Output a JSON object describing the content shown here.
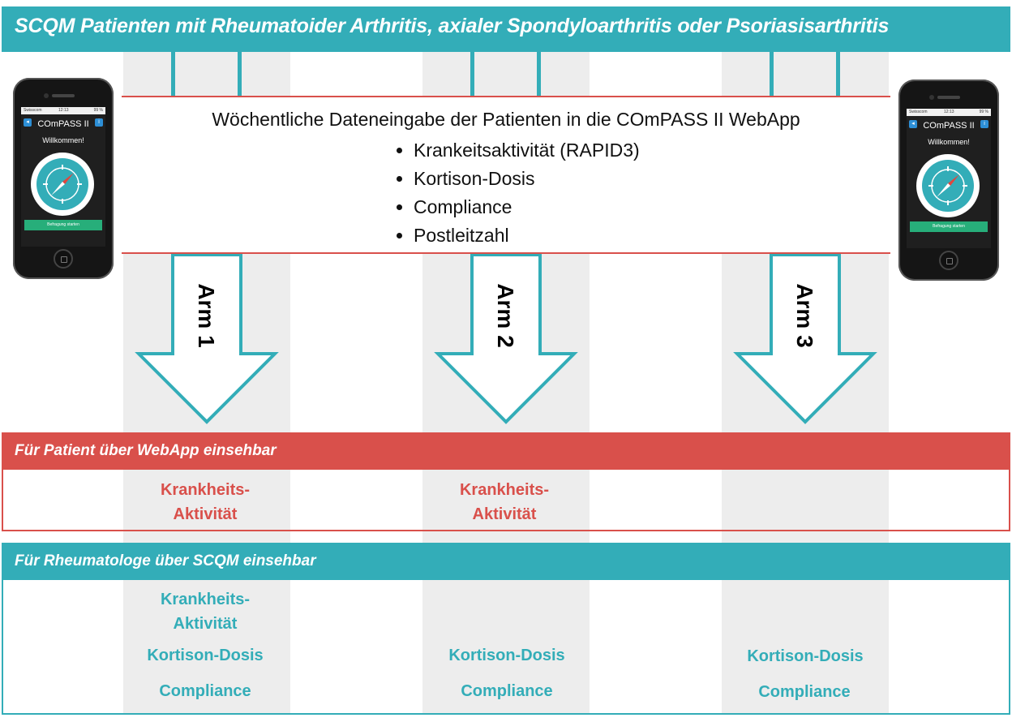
{
  "header": {
    "title": "SCQM Patienten mit Rheumatoider Arthritis, axialer Spondyloarthritis oder Psoriasisarthritis"
  },
  "entry": {
    "title": "Wöchentliche Dateneingabe der Patienten in die COmPASS II WebApp",
    "items": [
      "Krankeitsaktivität (RAPID3)",
      "Kortison-Dosis",
      "Compliance",
      "Postleitzahl"
    ]
  },
  "arms": [
    {
      "label": "Arm 1"
    },
    {
      "label": "Arm 2"
    },
    {
      "label": "Arm 3"
    }
  ],
  "patient_section": {
    "title": "Für Patient über WebApp einsehbar",
    "arm1": [
      "Krankheits-",
      "Aktivität"
    ],
    "arm2": [
      "Krankheits-",
      "Aktivität"
    ]
  },
  "rheum_section": {
    "title": "Für Rheumatologe über SCQM  einsehbar",
    "arm1": [
      "Krankheits-",
      "Aktivität",
      "Kortison-Dosis",
      "Compliance"
    ],
    "arm2": [
      "Kortison-Dosis",
      "Compliance"
    ],
    "arm3": [
      "Kortison-Dosis",
      "Compliance"
    ]
  },
  "phone": {
    "carrier": "Swisscom",
    "time": "12:13",
    "battery": "99 %",
    "app_title": "COmPASS II",
    "welcome": "Willkommen!",
    "start_button": "Befragung starten",
    "back_icon": "◂",
    "info_icon": "i"
  },
  "colors": {
    "teal": "#33adb8",
    "red": "#d9504b",
    "column_grey": "#ededed"
  }
}
